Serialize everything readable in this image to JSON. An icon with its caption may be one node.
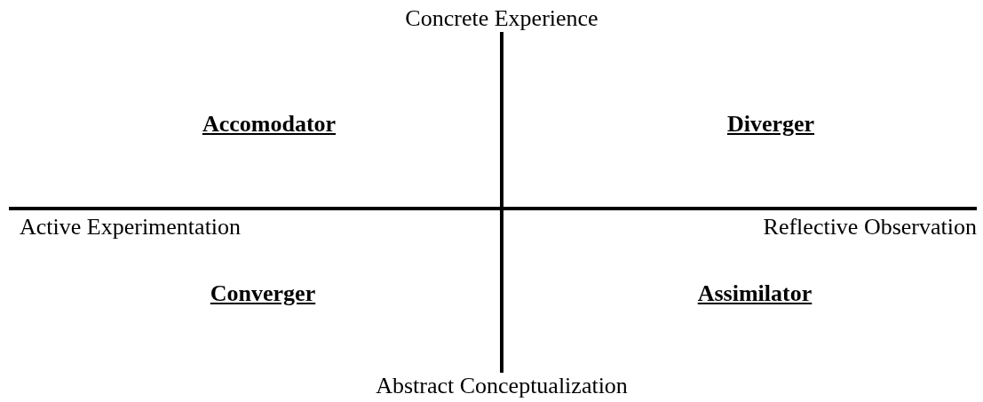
{
  "diagram": {
    "labels": [
      "Concrete Experience",
      "Accomodator",
      "Diverger",
      "Active Experimentation",
      "Reflective Observation",
      "Converger",
      "Assimilator",
      "Abstract Conceptualization"
    ]
  }
}
